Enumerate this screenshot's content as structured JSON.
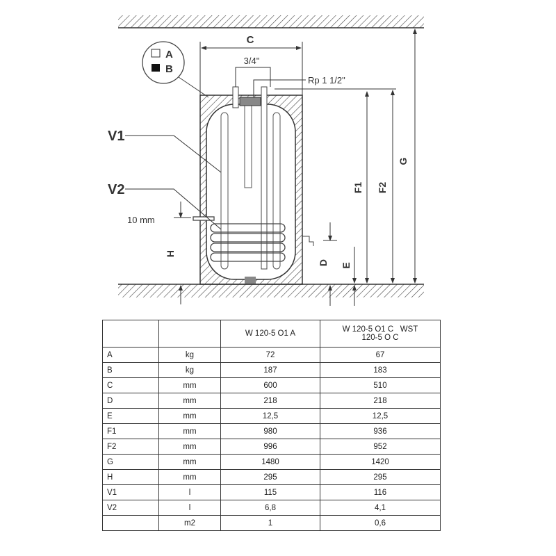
{
  "diagram": {
    "legend": {
      "a": "A",
      "b": "B"
    },
    "labels": {
      "c": "C",
      "pipe_small": "3/4\"",
      "pipe_large": "Rp 1 1/2\"",
      "v1": "V1",
      "v2": "V2",
      "gap": "10 mm",
      "h": "H",
      "d": "D",
      "e": "E",
      "f1": "F1",
      "f2": "F2",
      "g": "G"
    }
  },
  "table": {
    "headers": [
      "",
      "",
      "W 120-5 O1 A",
      "W 120-5 O1 C   WST",
      "120-5 O C"
    ],
    "rows": [
      {
        "param": "A",
        "unit": "kg",
        "v1": "72",
        "v2": "67"
      },
      {
        "param": "B",
        "unit": "kg",
        "v1": "187",
        "v2": "183"
      },
      {
        "param": "C",
        "unit": "mm",
        "v1": "600",
        "v2": "510"
      },
      {
        "param": "D",
        "unit": "mm",
        "v1": "218",
        "v2": "218"
      },
      {
        "param": "E",
        "unit": "mm",
        "v1": "12,5",
        "v2": "12,5"
      },
      {
        "param": "F1",
        "unit": "mm",
        "v1": "980",
        "v2": "936"
      },
      {
        "param": "F2",
        "unit": "mm",
        "v1": "996",
        "v2": "952"
      },
      {
        "param": "G",
        "unit": "mm",
        "v1": "1480",
        "v2": "1420"
      },
      {
        "param": "H",
        "unit": "mm",
        "v1": "295",
        "v2": "295"
      },
      {
        "param": "V1",
        "unit": "l",
        "v1": "115",
        "v2": "116"
      },
      {
        "param": "V2",
        "unit": "l",
        "v1": "6,8",
        "v2": "4,1"
      },
      {
        "param": "",
        "unit": "m2",
        "v1": "1",
        "v2": "0,6"
      }
    ]
  }
}
